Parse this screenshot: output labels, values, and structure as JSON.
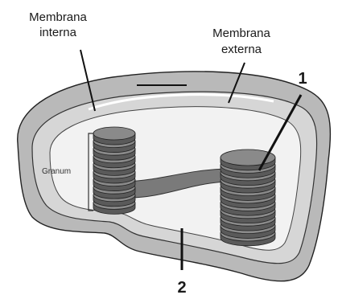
{
  "labels": {
    "inner_membrane_line1": "Membrana",
    "inner_membrane_line2": "interna",
    "outer_membrane_line1": "Membrana",
    "outer_membrane_line2": "externa",
    "granum": "Granum",
    "marker_1": "1",
    "marker_2": "2"
  },
  "colors": {
    "outer_membrane": "#b9b9b9",
    "intermembrane": "#d6d6d6",
    "stroma": "#f2f2f2",
    "thylakoid": "#8a8a8a",
    "thylakoid_dark": "#5a5a5a",
    "line": "#111111"
  }
}
